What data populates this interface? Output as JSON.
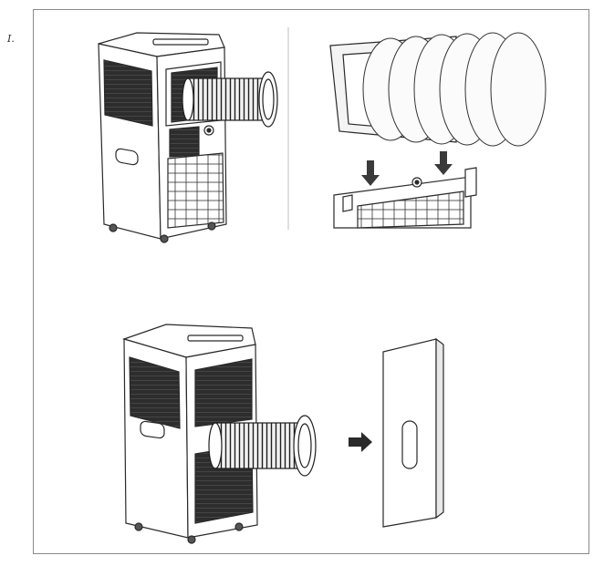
{
  "step": {
    "label": "I."
  },
  "colors": {
    "line": "#2a2a2a",
    "panel_dark": "#2d2d2d",
    "arrow": "#3a3a3a",
    "frame": "#8a8a8a"
  },
  "figure": {
    "panels": [
      {
        "name": "unit-with-hose-attached",
        "icon": "portable-ac-unit"
      },
      {
        "name": "hose-adapter-detail",
        "icon": "hose-adapter"
      },
      {
        "name": "unit-with-hose-and-window-slider",
        "icon": "window-slider-kit"
      }
    ]
  }
}
